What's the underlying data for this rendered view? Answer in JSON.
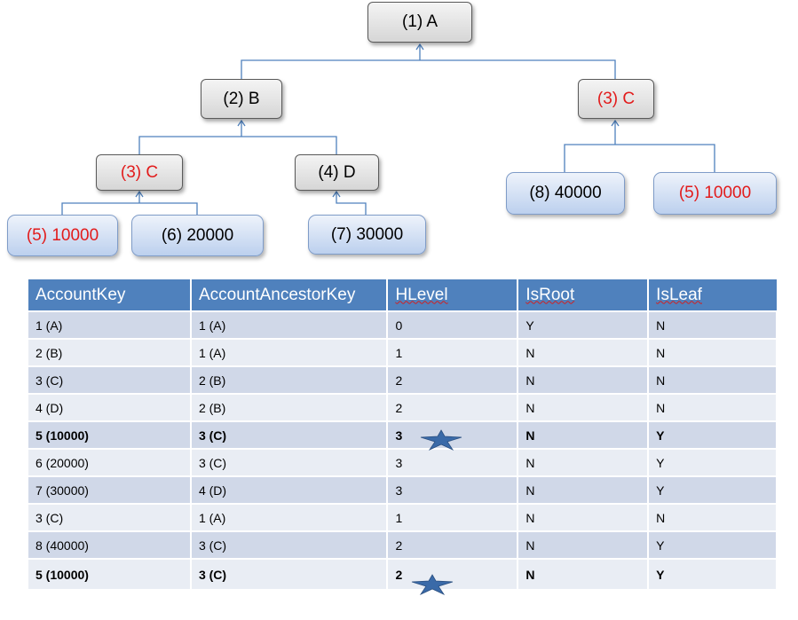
{
  "tree": {
    "nodes": {
      "a": "(1) A",
      "b": "(2) B",
      "c_right": "(3) C",
      "c_left": "(3) C",
      "d": "(4) D",
      "leaf_10000_left": "(5) 10000",
      "leaf_20000": "(6) 20000",
      "leaf_30000": "(7) 30000",
      "leaf_40000": "(8) 40000",
      "leaf_10000_right": "(5) 10000"
    },
    "colors": {
      "highlight": "#e21b1b",
      "connector": "#4f81bd"
    }
  },
  "table": {
    "headers": [
      "AccountKey",
      "AccountAncestorKey",
      "HLevel",
      "IsRoot",
      "IsLeaf"
    ],
    "rows": [
      [
        "1 (A)",
        "1 (A)",
        "0",
        "Y",
        "N"
      ],
      [
        "2 (B)",
        "1 (A)",
        "1",
        "N",
        "N"
      ],
      [
        "3 (C)",
        "2 (B)",
        "2",
        "N",
        "N"
      ],
      [
        "4 (D)",
        "2 (B)",
        "2",
        "N",
        "N"
      ],
      [
        "5 (10000)",
        "3 (C)",
        "3",
        "N",
        "Y"
      ],
      [
        "6 (20000)",
        "3 (C)",
        "3",
        "N",
        "Y"
      ],
      [
        "7 (30000)",
        "4 (D)",
        "3",
        "N",
        "Y"
      ],
      [
        "3 (C)",
        "1 (A)",
        "1",
        "N",
        "N"
      ],
      [
        "8 (40000)",
        "3 (C)",
        "2",
        "N",
        "Y"
      ],
      [
        "5 (10000)",
        "3 (C)",
        "2",
        "N",
        "Y"
      ]
    ],
    "header_color": "#4f81bd",
    "star_color": "#3a6aa8"
  }
}
